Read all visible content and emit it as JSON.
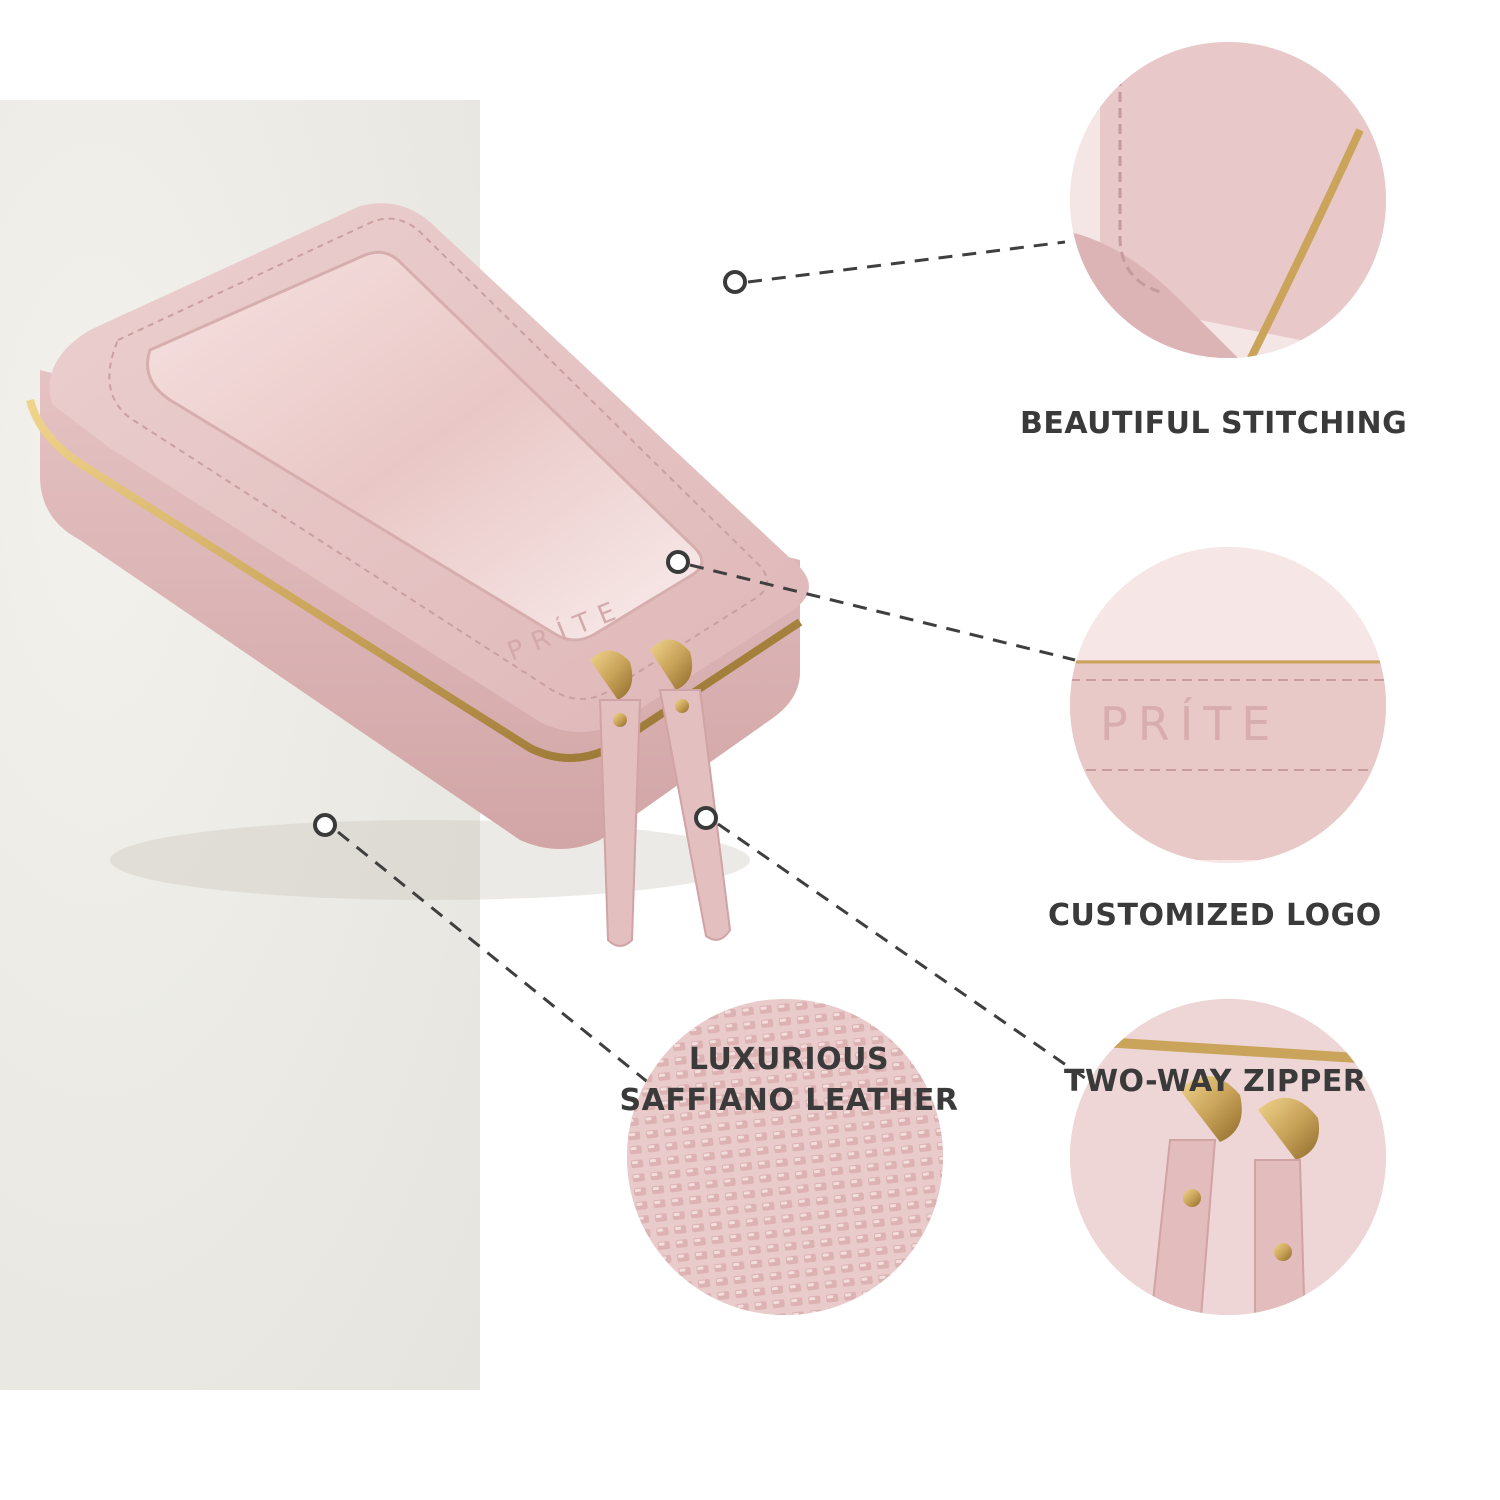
{
  "product": {
    "brand_mark": "PRÍTE",
    "colors": {
      "leather": "#e7c6c6",
      "leather_dark": "#d6aaab",
      "zipper_gold": "#c9a45a",
      "label_text": "#3a3a3a",
      "backdrop": "#ecebe5"
    }
  },
  "features": {
    "stitching": {
      "label": "BEAUTIFUL STITCHING"
    },
    "logo": {
      "label": "CUSTOMIZED LOGO"
    },
    "zipper": {
      "label": "TWO-WAY ZIPPER"
    },
    "leather": {
      "label_line1": "LUXURIOUS",
      "label_line2": "SAFFIANO LEATHER"
    }
  }
}
